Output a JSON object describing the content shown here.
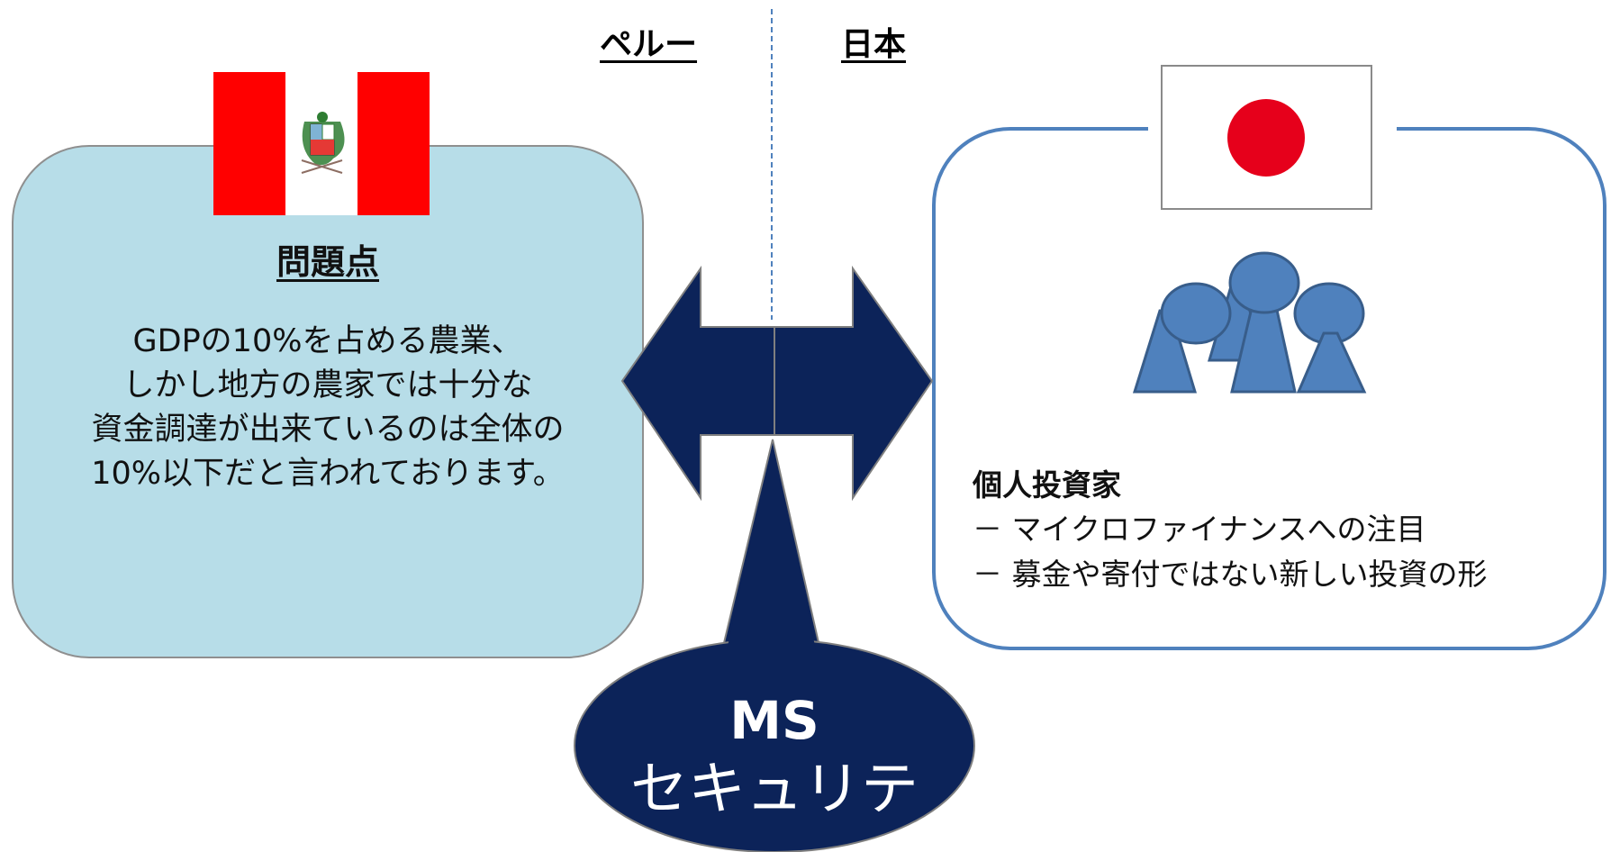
{
  "header": {
    "peru_label": "ペルー",
    "japan_label": "日本"
  },
  "left_box": {
    "heading": "問題点",
    "lines": [
      "GDPの10%を占める農業、",
      "しかし地方の農家では十分な",
      "資金調達が出来ているのは全体の",
      "10%以下だと言われております。"
    ]
  },
  "right_box": {
    "heading": "個人投資家",
    "bullets": [
      "－ マイクロファイナンスへの注目",
      "－ 募金や寄付ではない新しい投資の形"
    ]
  },
  "center": {
    "line1": "MS",
    "line2": "セキュリテ"
  },
  "colors": {
    "left_box_fill": "#b7dde8",
    "right_box_border": "#4f81bd",
    "navy": "#0c2359",
    "peru_red": "#ff0000",
    "japan_red": "#e6001b",
    "people_fill": "#4f81bd",
    "people_stroke": "#385d8a"
  },
  "icons": {
    "peru_flag": "peru-flag-icon",
    "japan_flag": "japan-flag-icon",
    "people": "people-icon"
  }
}
